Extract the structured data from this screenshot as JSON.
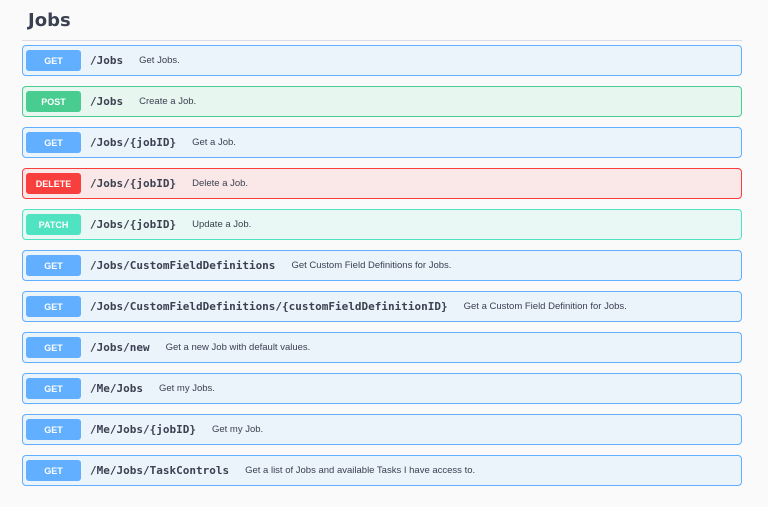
{
  "section": {
    "title": "Jobs"
  },
  "colors": {
    "get": "#61affe",
    "post": "#49cc90",
    "delete": "#f93e3e",
    "patch": "#50e3c2"
  },
  "operations": [
    {
      "method": "GET",
      "path": "/Jobs",
      "summary": "Get Jobs."
    },
    {
      "method": "POST",
      "path": "/Jobs",
      "summary": "Create a Job."
    },
    {
      "method": "GET",
      "path": "/Jobs/{jobID}",
      "summary": "Get a Job."
    },
    {
      "method": "DELETE",
      "path": "/Jobs/{jobID}",
      "summary": "Delete a Job."
    },
    {
      "method": "PATCH",
      "path": "/Jobs/{jobID}",
      "summary": "Update a Job."
    },
    {
      "method": "GET",
      "path": "/Jobs/CustomFieldDefinitions",
      "summary": "Get Custom Field Definitions for Jobs."
    },
    {
      "method": "GET",
      "path": "/Jobs/CustomFieldDefinitions/{customFieldDefinitionID}",
      "summary": "Get a Custom Field Definition for Jobs."
    },
    {
      "method": "GET",
      "path": "/Jobs/new",
      "summary": "Get a new Job with default values."
    },
    {
      "method": "GET",
      "path": "/Me/Jobs",
      "summary": "Get my Jobs."
    },
    {
      "method": "GET",
      "path": "/Me/Jobs/{jobID}",
      "summary": "Get my Job."
    },
    {
      "method": "GET",
      "path": "/Me/Jobs/TaskControls",
      "summary": "Get a list of Jobs and available Tasks I have access to."
    }
  ]
}
